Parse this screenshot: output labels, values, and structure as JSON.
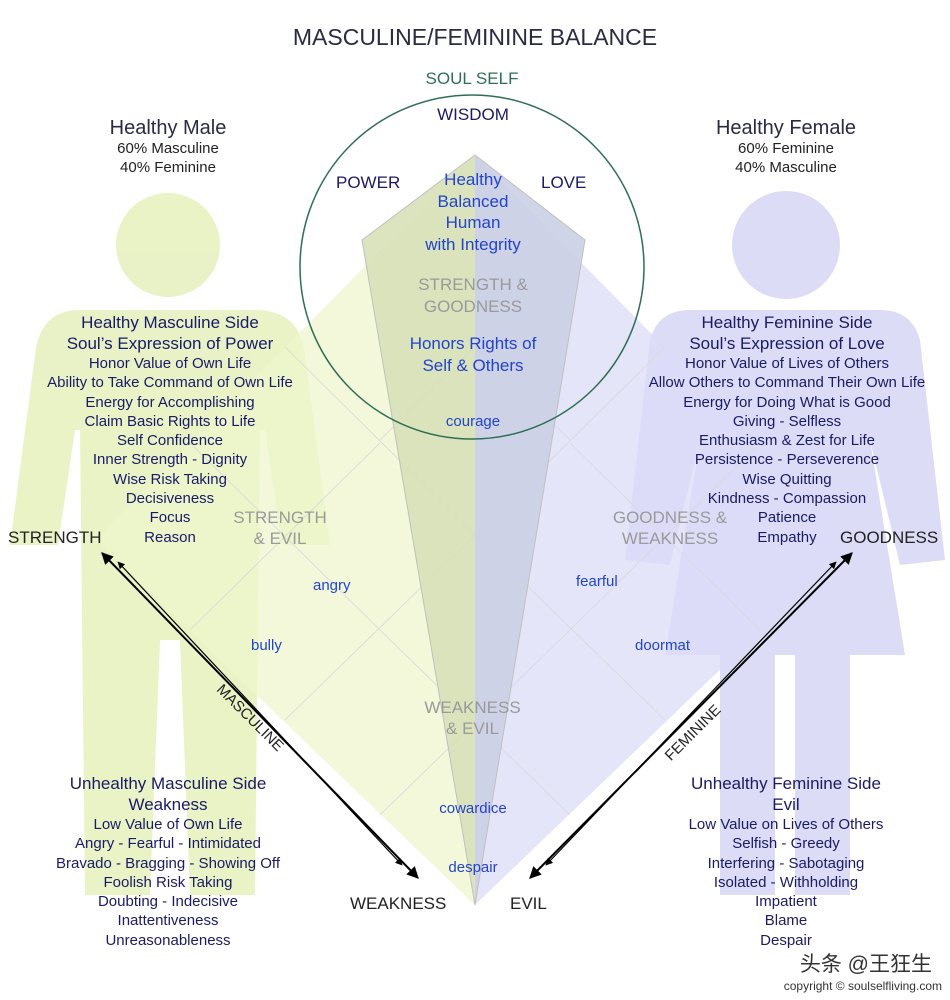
{
  "title": "MASCULINE/FEMININE BALANCE",
  "soul_self": "SOUL SELF",
  "circle": {
    "wisdom": "WISDOM",
    "power": "POWER",
    "love": "LOVE",
    "center_lines": [
      "Healthy",
      "Balanced",
      "Human",
      "with Integrity"
    ],
    "strength_goodness": [
      "STRENGTH &",
      "GOODNESS"
    ],
    "honors": [
      "Honors Rights of",
      "Self & Others"
    ],
    "courage": "courage"
  },
  "healthy_male": {
    "title": "Healthy Male",
    "line1": "60% Masculine",
    "line2": "40% Feminine"
  },
  "healthy_female": {
    "title": "Healthy Female",
    "line1": "60% Feminine",
    "line2": "40% Masculine"
  },
  "healthy_masculine": {
    "heading": [
      "Healthy Masculine Side",
      "Soul’s Expression of Power"
    ],
    "items": [
      "Honor Value of Own Life",
      "Ability to Take Command of Own Life",
      "Energy for Accomplishing",
      "Claim Basic Rights to Life",
      "Self Confidence",
      "Inner Strength - Dignity",
      "Wise Risk Taking",
      "Decisiveness",
      "Focus",
      "Reason"
    ]
  },
  "healthy_feminine": {
    "heading": [
      "Healthy Feminine Side",
      "Soul’s Expression of Love"
    ],
    "items": [
      "Honor Value of Lives of Others",
      "Allow Others to Command Their Own Life",
      "Energy for Doing What is Good",
      "Giving - Selfless",
      "Enthusiasm & Zest for Life",
      "Persistence - Perseverence",
      "Wise Quitting",
      "Kindness - Compassion",
      "Patience",
      "Empathy"
    ]
  },
  "unhealthy_masculine": {
    "heading": [
      "Unhealthy Masculine  Side",
      "Weakness"
    ],
    "items": [
      "Low Value of Own Life",
      "Angry - Fearful - Intimidated",
      "Bravado - Bragging - Showing Off",
      "Foolish Risk Taking",
      "Doubting - Indecisive",
      "Inattentiveness",
      "Unreasonableness"
    ]
  },
  "unhealthy_feminine": {
    "heading": [
      "Unhealthy Feminine Side",
      "Evil"
    ],
    "items": [
      "Low Value on Lives of Others",
      "Selfish - Greedy",
      "Interfering - Sabotaging",
      "Isolated - Withholding",
      "Impatient",
      "Blame",
      "Despair"
    ]
  },
  "corners": {
    "strength": "STRENGTH",
    "goodness": "GOODNESS",
    "weakness": "WEAKNESS",
    "evil": "EVIL"
  },
  "regions": {
    "strength_evil": [
      "STRENGTH",
      "& EVIL"
    ],
    "goodness_weakness": [
      "GOODNESS &",
      "WEAKNESS"
    ],
    "weakness_evil": [
      "WEAKNESS",
      "& EVIL"
    ]
  },
  "traits": {
    "angry": "angry",
    "bully": "bully",
    "fearful": "fearful",
    "doormat": "doormat",
    "cowardice": "cowardice",
    "despair": "despair"
  },
  "axes": {
    "masculine": "MASCULINE",
    "feminine": "FEMININE"
  },
  "watermark": "头条 @王狂生",
  "copyright": "copyright © soulselfliving.com",
  "colors": {
    "yellow_green": "#eef5cc",
    "lavender": "#dcdcf8",
    "navy": "#1a1a66",
    "blue": "#2244cc",
    "grey": "#9a9a9a",
    "circle": "#2e6e55"
  }
}
